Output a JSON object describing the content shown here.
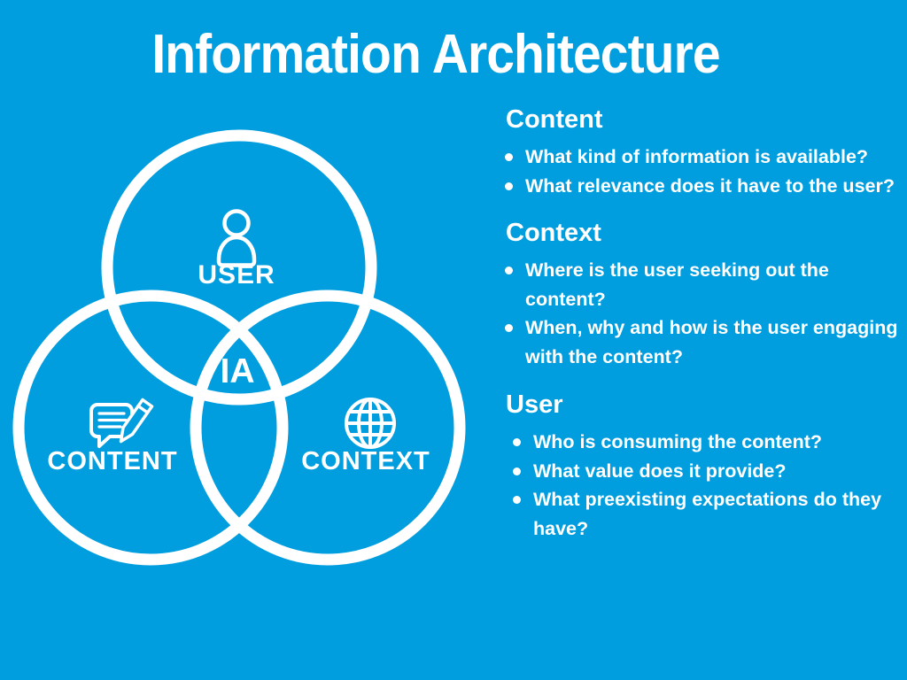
{
  "title": "Information Architecture",
  "colors": {
    "background": "#009EDF",
    "foreground": "#FFFFFF"
  },
  "venn": {
    "center_label": "IA",
    "circles": [
      {
        "label": "USER",
        "icon": "person-icon"
      },
      {
        "label": "CONTENT",
        "icon": "speech-bubble-pencil-icon"
      },
      {
        "label": "CONTEXT",
        "icon": "globe-icon"
      }
    ]
  },
  "sections": [
    {
      "heading": "Content",
      "bullets": [
        "What kind of information is available?",
        "What relevance does it have to the user?"
      ]
    },
    {
      "heading": "Context",
      "bullets": [
        "Where is the user seeking out the content?",
        "When, why and how is the user engaging with the content?"
      ]
    },
    {
      "heading": "User",
      "bullets": [
        "Who is consuming the content?",
        "What value does it provide?",
        "What preexisting expectations do they have?"
      ]
    }
  ]
}
